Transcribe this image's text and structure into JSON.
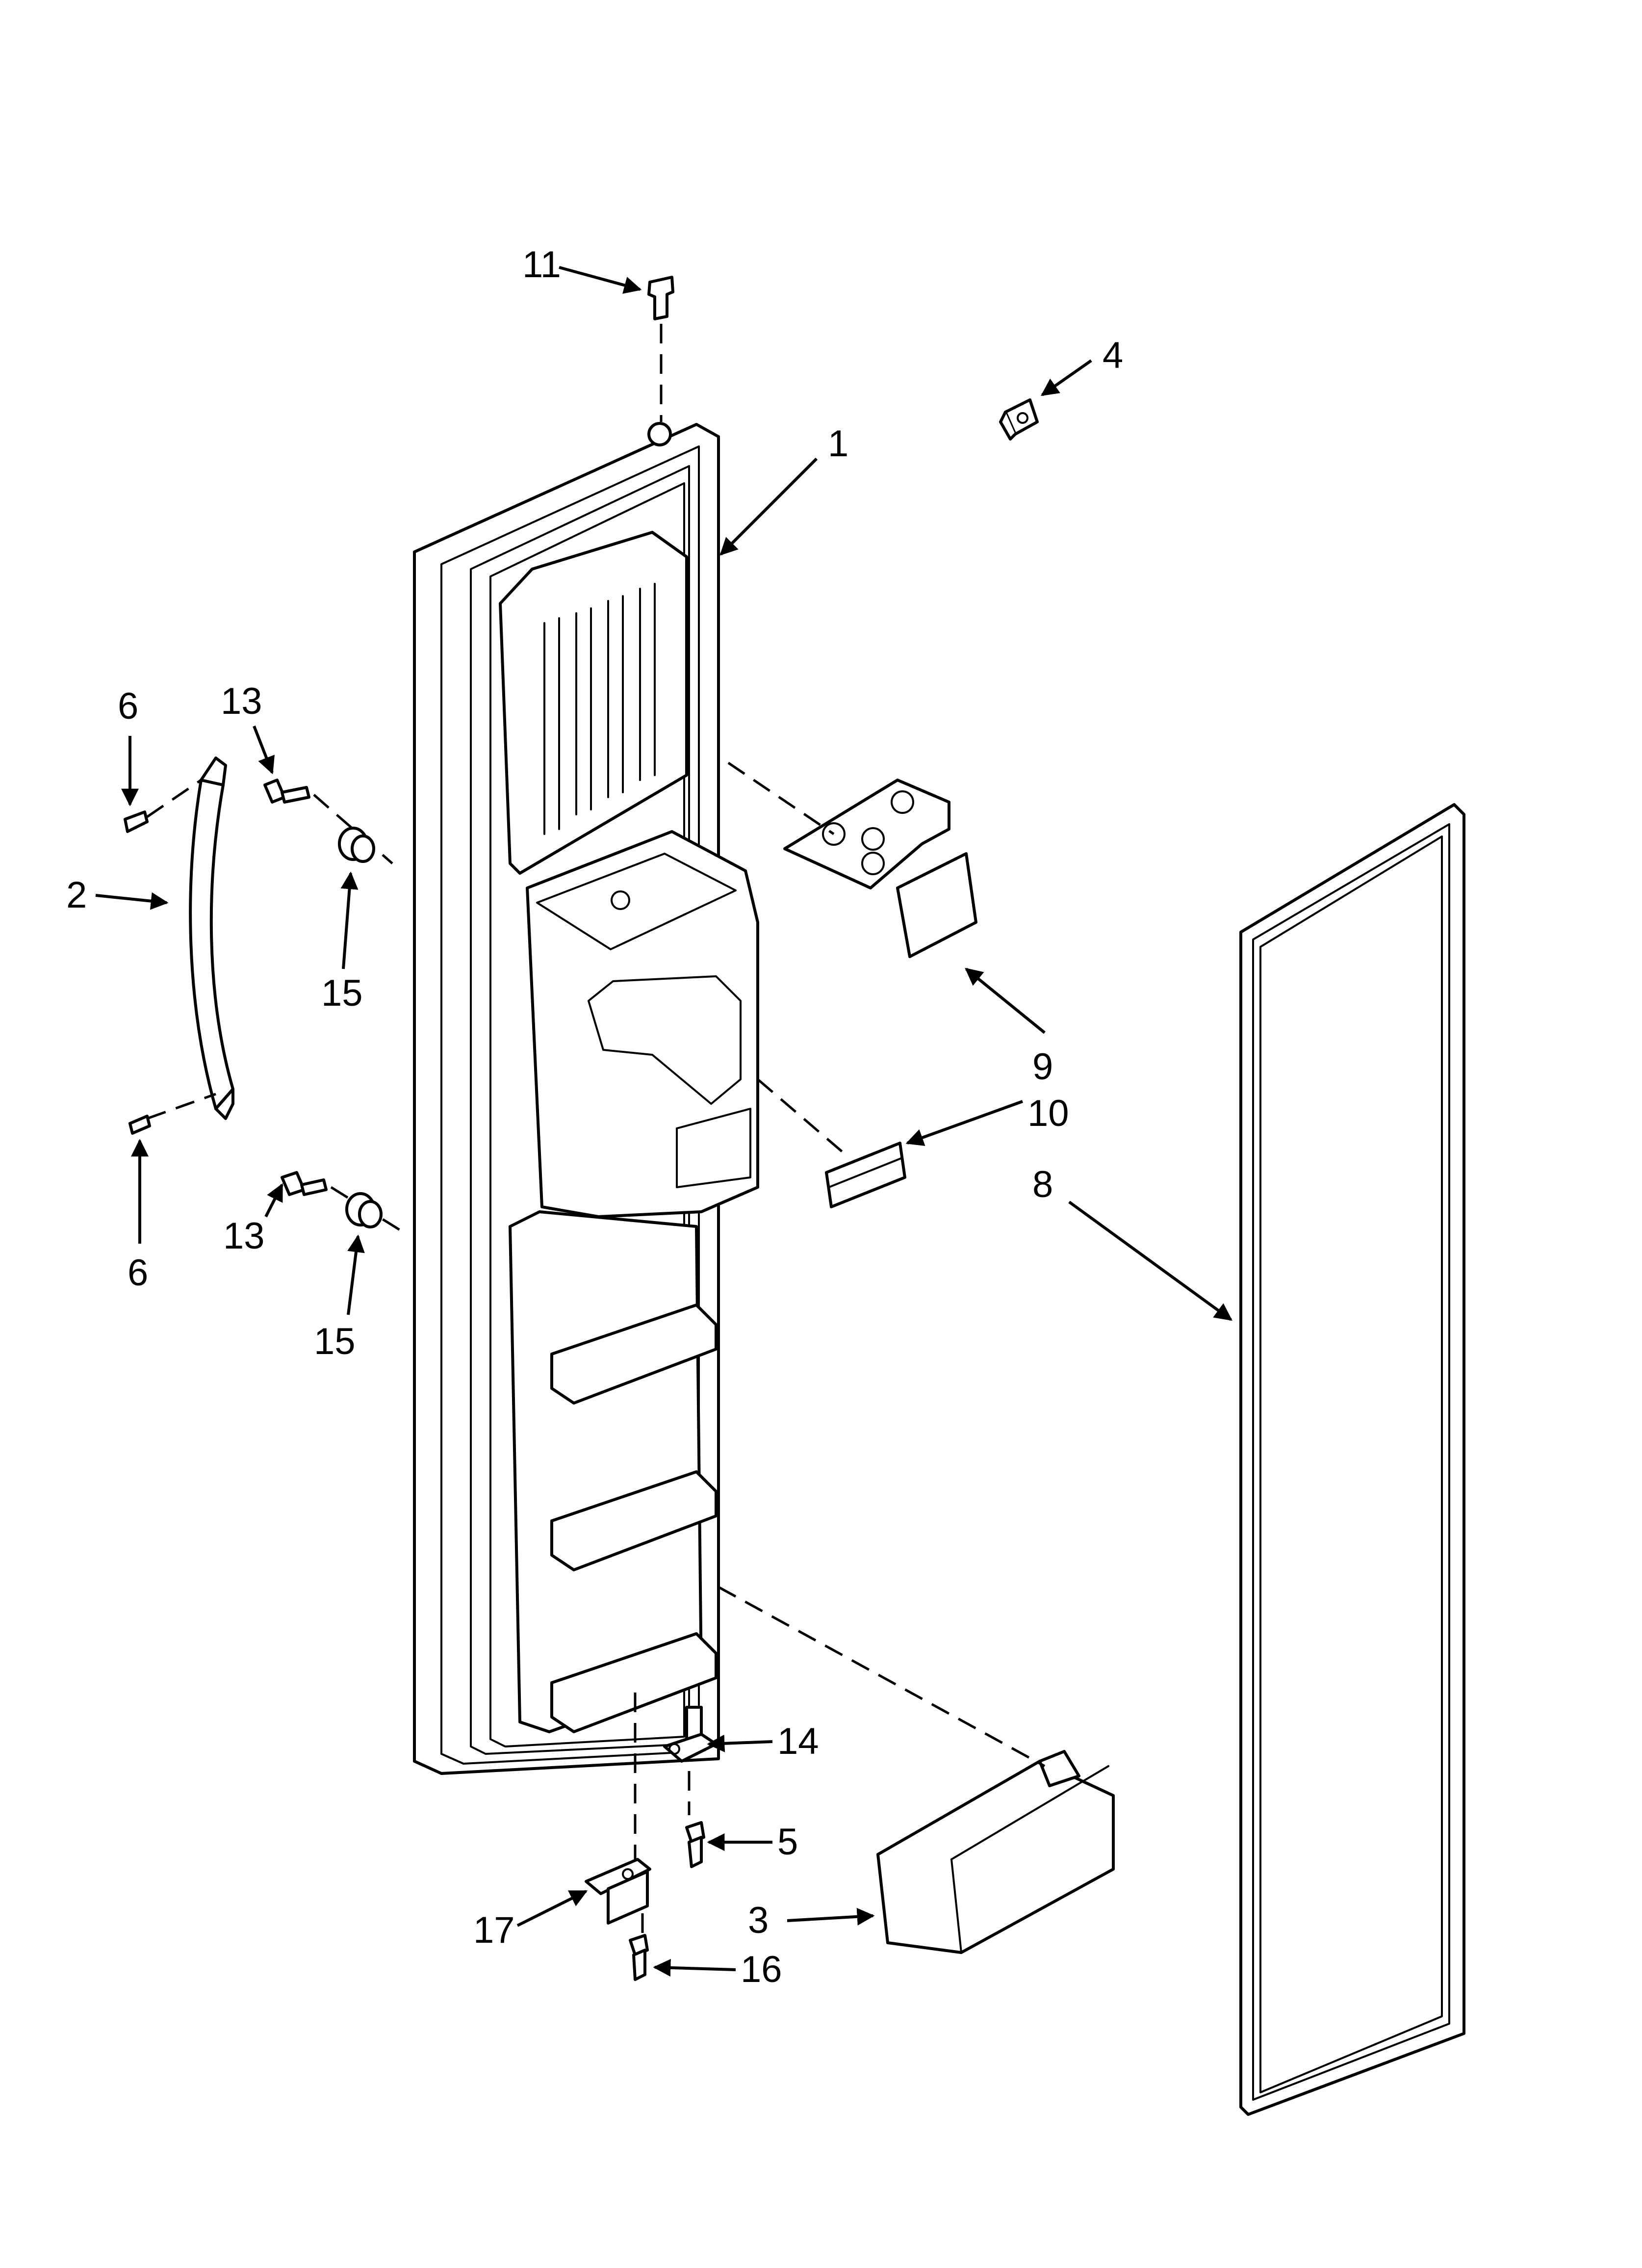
{
  "callouts": [
    {
      "id": "c11",
      "text": "11"
    },
    {
      "id": "c4",
      "text": "4"
    },
    {
      "id": "c1",
      "text": "1"
    },
    {
      "id": "c6a",
      "text": "6"
    },
    {
      "id": "c13a",
      "text": "13"
    },
    {
      "id": "c2",
      "text": "2"
    },
    {
      "id": "c15a",
      "text": "15"
    },
    {
      "id": "c9",
      "text": "9"
    },
    {
      "id": "c10",
      "text": "10"
    },
    {
      "id": "c8",
      "text": "8"
    },
    {
      "id": "c6b",
      "text": "6"
    },
    {
      "id": "c13b",
      "text": "13"
    },
    {
      "id": "c15b",
      "text": "15"
    },
    {
      "id": "c14",
      "text": "14"
    },
    {
      "id": "c5",
      "text": "5"
    },
    {
      "id": "c3",
      "text": "3"
    },
    {
      "id": "c17",
      "text": "17"
    },
    {
      "id": "c16",
      "text": "16"
    }
  ]
}
